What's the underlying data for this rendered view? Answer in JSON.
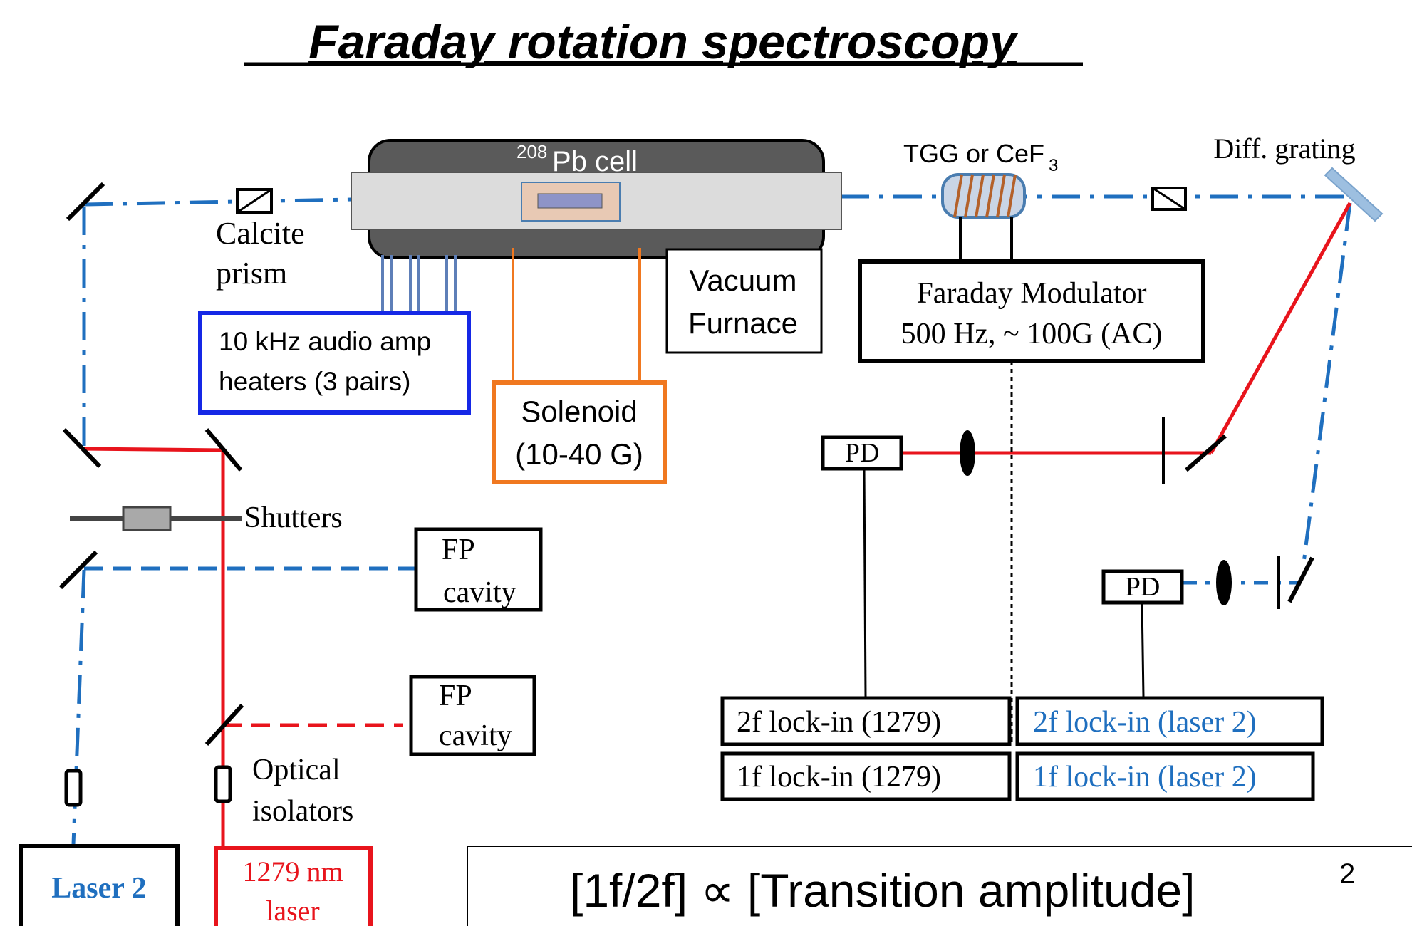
{
  "title": "Faraday rotation spectroscopy",
  "labels": {
    "pb_cell_sup": "208",
    "pb_cell": "Pb cell",
    "tgg_prefix": "TGG or CeF",
    "tgg_sub": "3",
    "diff_grating": "Diff. grating",
    "calcite_line1": "Calcite",
    "calcite_line2": "prism",
    "audio_line1": "10 kHz audio amp",
    "audio_line2": "heaters (3 pairs)",
    "solenoid_line1": "Solenoid",
    "solenoid_line2": "(10-40 G)",
    "vacuum_line1": "Vacuum",
    "vacuum_line2": "Furnace",
    "modulator_line1": "Faraday Modulator",
    "modulator_line2": "500 Hz, ~ 100G (AC)",
    "pd": "PD",
    "shutters": "Shutters",
    "fp_line1": "FP",
    "fp_line2": "cavity",
    "isolators_line1": "Optical",
    "isolators_line2": "isolators",
    "lockin_2f_1279": "2f lock-in (1279)",
    "lockin_1f_1279": "1f lock-in (1279)",
    "lockin_2f_laser2": "2f lock-in (laser 2)",
    "lockin_1f_laser2": "1f lock-in (laser 2)",
    "laser2": "Laser 2",
    "laser1279_line1": "1279 nm",
    "laser1279_line2": "laser",
    "formula_main": "[1f/2f] ∝ [Transition amplitude]",
    "formula_sup": "2"
  },
  "colors": {
    "beam_red": "#e8141c",
    "beam_blue": "#1f6fbf",
    "blue_box": "#1528e6",
    "orange": "#f07820",
    "furnace": "#5a5a5a",
    "cell_tube": "#dcdcdc",
    "cell_window": "#e8c9b4",
    "lockin_blue_text": "#1f6fbf",
    "grating": "#9dbfe0"
  }
}
